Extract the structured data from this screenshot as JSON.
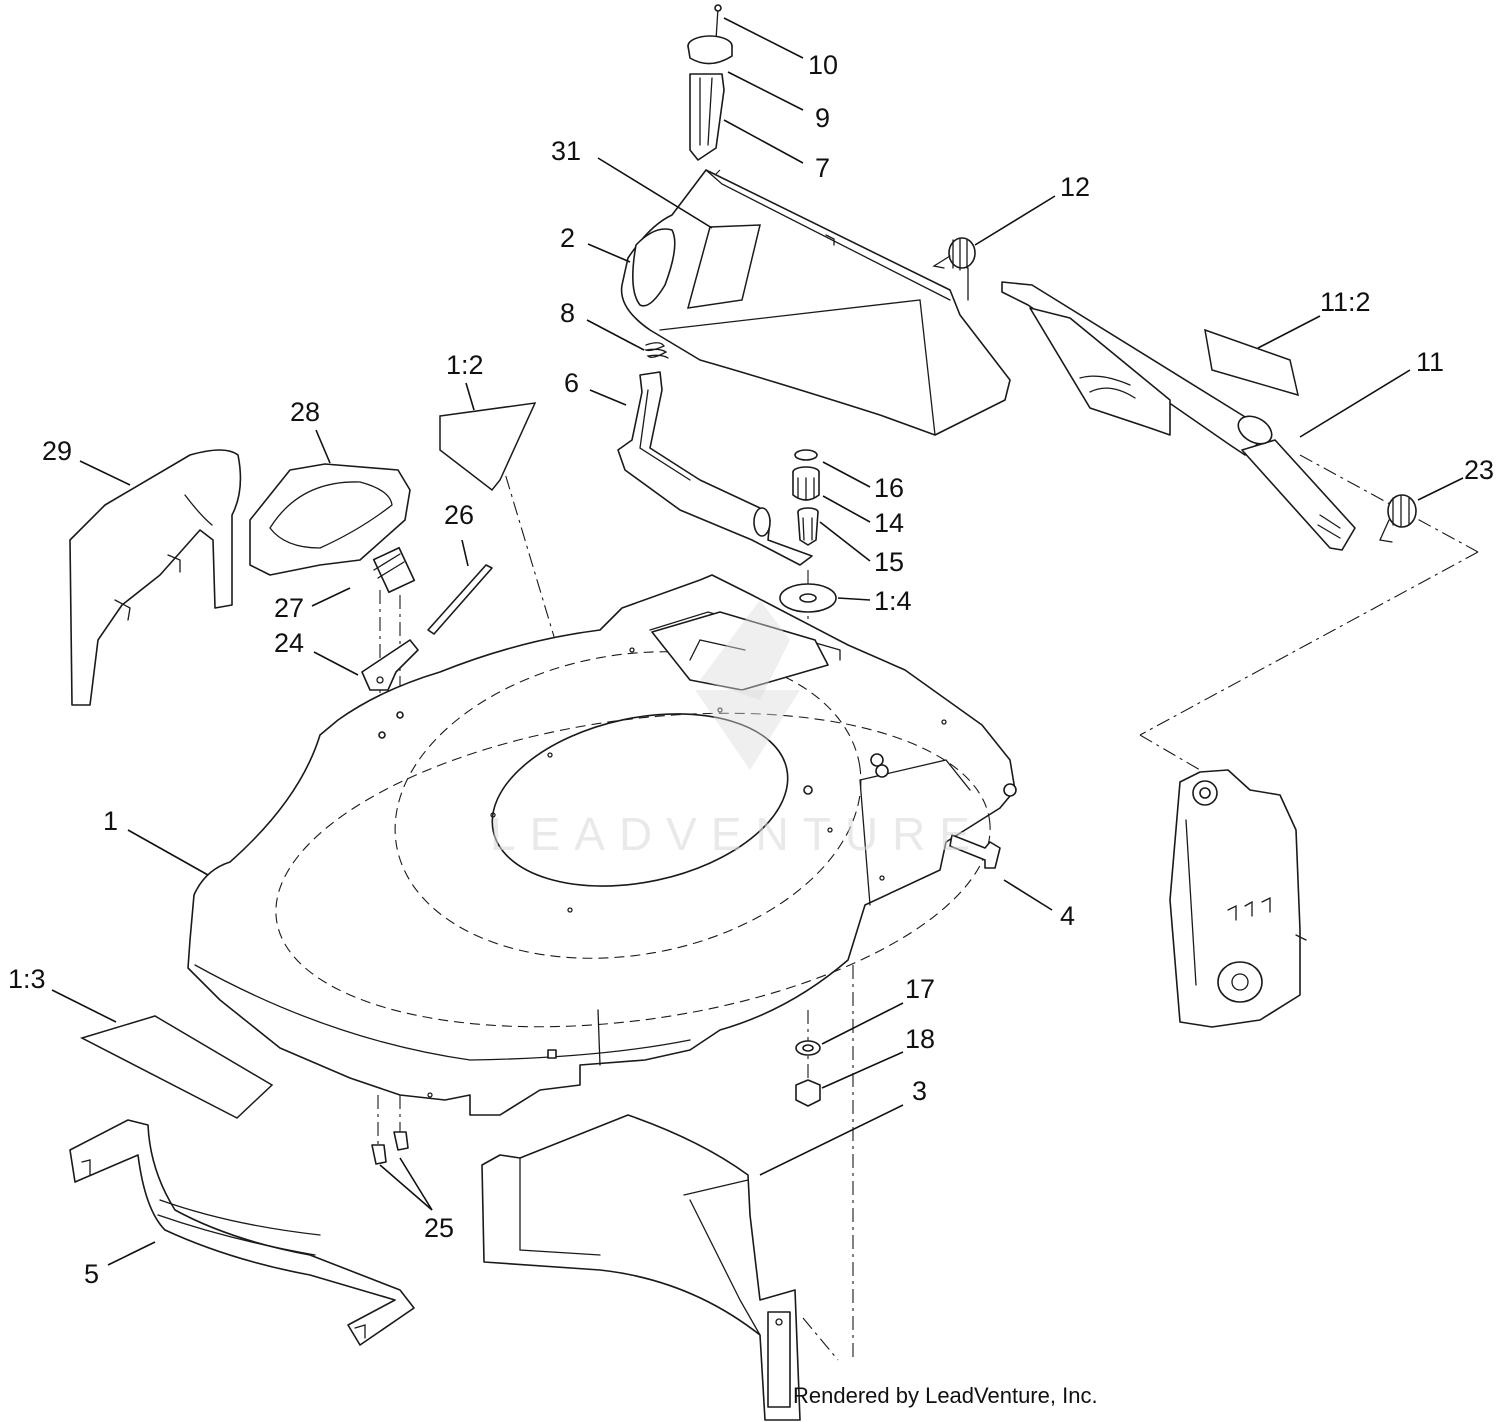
{
  "watermark": "LEADVENTURE",
  "footer": "Rendered by LeadVenture, Inc.",
  "callouts": {
    "c10": "10",
    "c9": "9",
    "c7": "7",
    "c31": "31",
    "c12": "12",
    "c2": "2",
    "c11_2": "11:2",
    "c8": "8",
    "c11": "11",
    "c1_2": "1:2",
    "c6": "6",
    "c28": "28",
    "c29": "29",
    "c23": "23",
    "c16": "16",
    "c26": "26",
    "c14": "14",
    "c15": "15",
    "c27": "27",
    "c1_4": "1:4",
    "c24": "24",
    "c1": "1",
    "c4": "4",
    "c1_3": "1:3",
    "c17": "17",
    "c18": "18",
    "c3": "3",
    "c25": "25",
    "c5": "5"
  }
}
